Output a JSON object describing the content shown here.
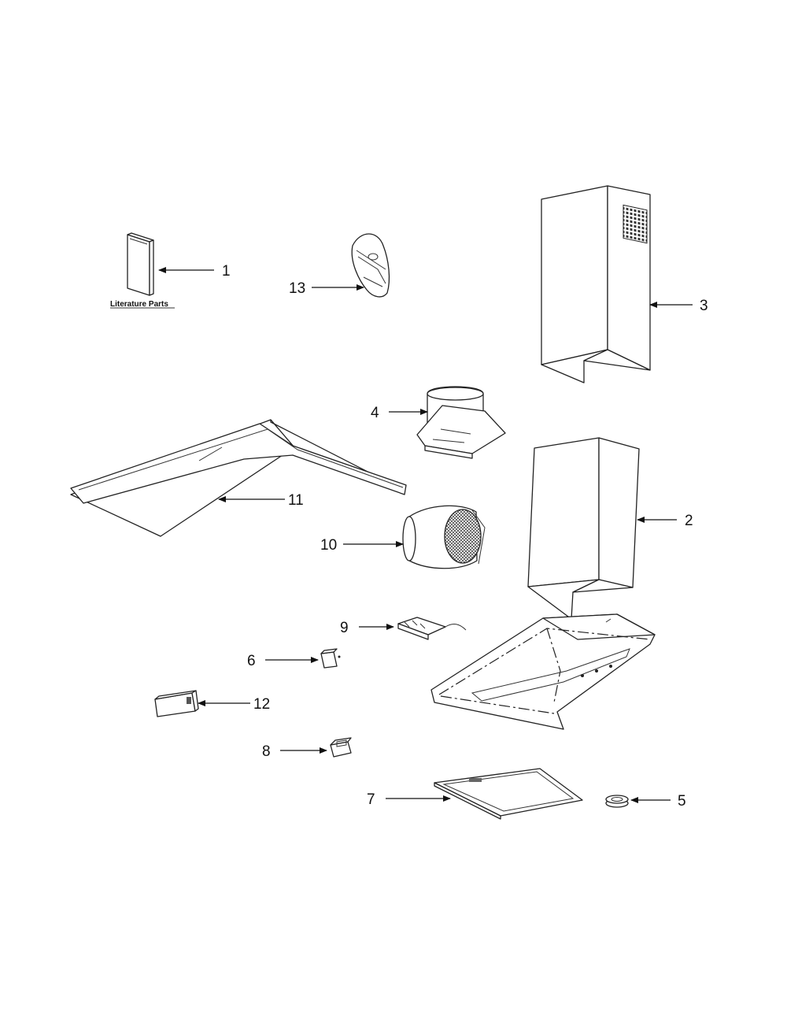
{
  "diagram": {
    "literature_label": "Literature Parts",
    "callouts": [
      {
        "id": "1",
        "label": "1"
      },
      {
        "id": "2",
        "label": "2"
      },
      {
        "id": "3",
        "label": "3"
      },
      {
        "id": "4",
        "label": "4"
      },
      {
        "id": "5",
        "label": "5"
      },
      {
        "id": "6",
        "label": "6"
      },
      {
        "id": "7",
        "label": "7"
      },
      {
        "id": "8",
        "label": "8"
      },
      {
        "id": "9",
        "label": "9"
      },
      {
        "id": "10",
        "label": "10"
      },
      {
        "id": "11",
        "label": "11"
      },
      {
        "id": "12",
        "label": "12"
      },
      {
        "id": "13",
        "label": "13"
      }
    ]
  }
}
